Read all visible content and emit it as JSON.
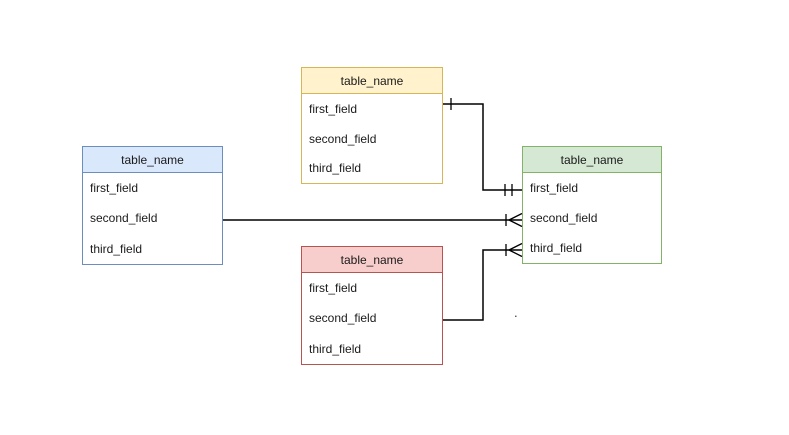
{
  "diagram": {
    "tables": [
      {
        "id": "top",
        "title": "table_name",
        "fields": [
          "first_field",
          "second_field",
          "third_field"
        ],
        "colors": {
          "header_fill": "#fff2cc",
          "border": "#d6b656",
          "body_fill": "#ffffff"
        }
      },
      {
        "id": "left",
        "title": "table_name",
        "fields": [
          "first_field",
          "second_field",
          "third_field"
        ],
        "colors": {
          "header_fill": "#dae8fc",
          "border": "#6c8ebf",
          "body_fill": "#ffffff"
        }
      },
      {
        "id": "right",
        "title": "table_name",
        "fields": [
          "first_field",
          "second_field",
          "third_field"
        ],
        "colors": {
          "header_fill": "#d5e8d4",
          "border": "#82b366",
          "body_fill": "#ffffff"
        }
      },
      {
        "id": "bottom",
        "title": "table_name",
        "fields": [
          "first_field",
          "second_field",
          "third_field"
        ],
        "colors": {
          "header_fill": "#f8cecc",
          "border": "#b85450",
          "body_fill": "#ffffff"
        }
      }
    ],
    "relationships": [
      {
        "from": "top.first_field",
        "to": "right.first_field",
        "source_marker": "one-tick",
        "target_marker": "exactly-one-double-tick",
        "line_color": "#000000"
      },
      {
        "from": "left.second_field",
        "to": "right.second_field",
        "source_marker": "none",
        "target_marker": "one-to-many-crow-foot",
        "line_color": "#000000"
      },
      {
        "from": "bottom.second_field",
        "to": "right.third_field",
        "source_marker": "none",
        "target_marker": "one-to-many-crow-foot",
        "line_color": "#000000"
      }
    ],
    "stray_dot": "."
  }
}
